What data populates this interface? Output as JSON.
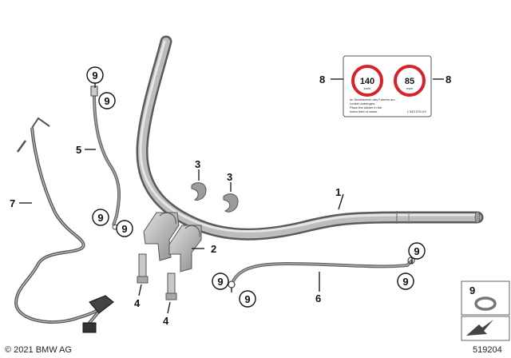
{
  "diagram": {
    "callouts": {
      "p1": "1",
      "p2": "2",
      "p3a": "3",
      "p3b": "3",
      "p4a": "4",
      "p4b": "4",
      "p5": "5",
      "p6": "6",
      "p7": "7",
      "p8a": "8",
      "p8b": "8",
      "p9": [
        "9",
        "9",
        "9",
        "9",
        "9",
        "9",
        "9",
        "9"
      ]
    },
    "sticker": {
      "speed_left": "140",
      "speed_left_unit": "km/h",
      "speed_right": "85",
      "speed_right_unit": "mph",
      "text_lines": [
        "Im Sichtbereich des Fahrers am",
        "Lenker anbringen.",
        "Place the sticker in the",
        "riders field of vision."
      ],
      "part_no": "1 543 078.XX"
    },
    "legend_box": {
      "number": "9"
    },
    "copyright": "© 2021 BMW AG",
    "diagram_id": "519204"
  }
}
